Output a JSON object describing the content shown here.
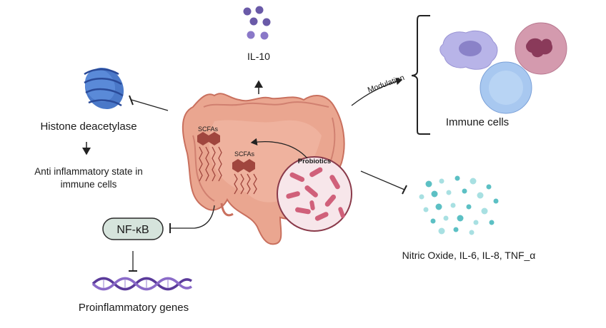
{
  "labels": {
    "il10": "IL-10",
    "modulation": "Modulation",
    "immune_cells": "Immune cells",
    "histone": "Histone deacetylase",
    "anti_line1": "Anti inflammatory state in",
    "anti_line2": "immune cells",
    "nfkb": "NF-κB",
    "proinflammatory": "Proinflammatory genes",
    "nitric": "Nitric Oxide, IL-6, IL-8, TNF_α",
    "scfas_1": "SCFAs",
    "scfas_2": "SCFAs",
    "probiotics": "Probiotics"
  },
  "colors": {
    "intestine": "#e8a08c",
    "intestine_dark": "#c9705e",
    "scfa": "#a0463e",
    "il10_dots": "#6a5aa8",
    "nitric_dots": "#5cc0c4",
    "dna": "#5a3a9a",
    "histone": "#4a78c8",
    "nfkb_fill": "#d6e4dc",
    "cell_violet": "#b8b4e8",
    "cell_pink": "#c8809a",
    "cell_blue": "#a8c8f0",
    "bacteria": "#d0607a"
  }
}
